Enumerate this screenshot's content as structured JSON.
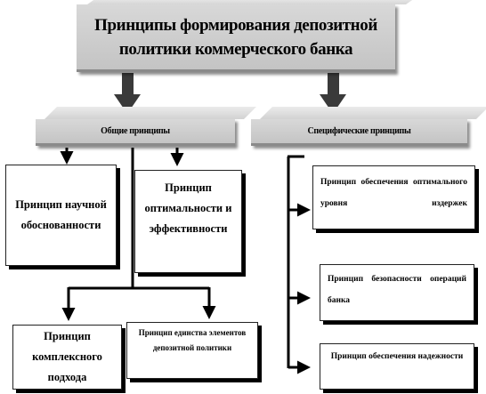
{
  "diagram": {
    "title": "Принципы формирования депозитной политики коммерческого банка",
    "general": "Общие принципы",
    "specific": "Специфические принципы",
    "general_items": [
      "Принцип научной обоснованности",
      "Принцип оптимальности и эффективности",
      "Принцип комплексного подхода",
      "Принцип единства элементов депозитной политики"
    ],
    "specific_items": [
      "Принцип обеспечения оптимального уровня издержек",
      "Принцип безопасности операций банка",
      "Принцип обеспечения надежности"
    ]
  }
}
